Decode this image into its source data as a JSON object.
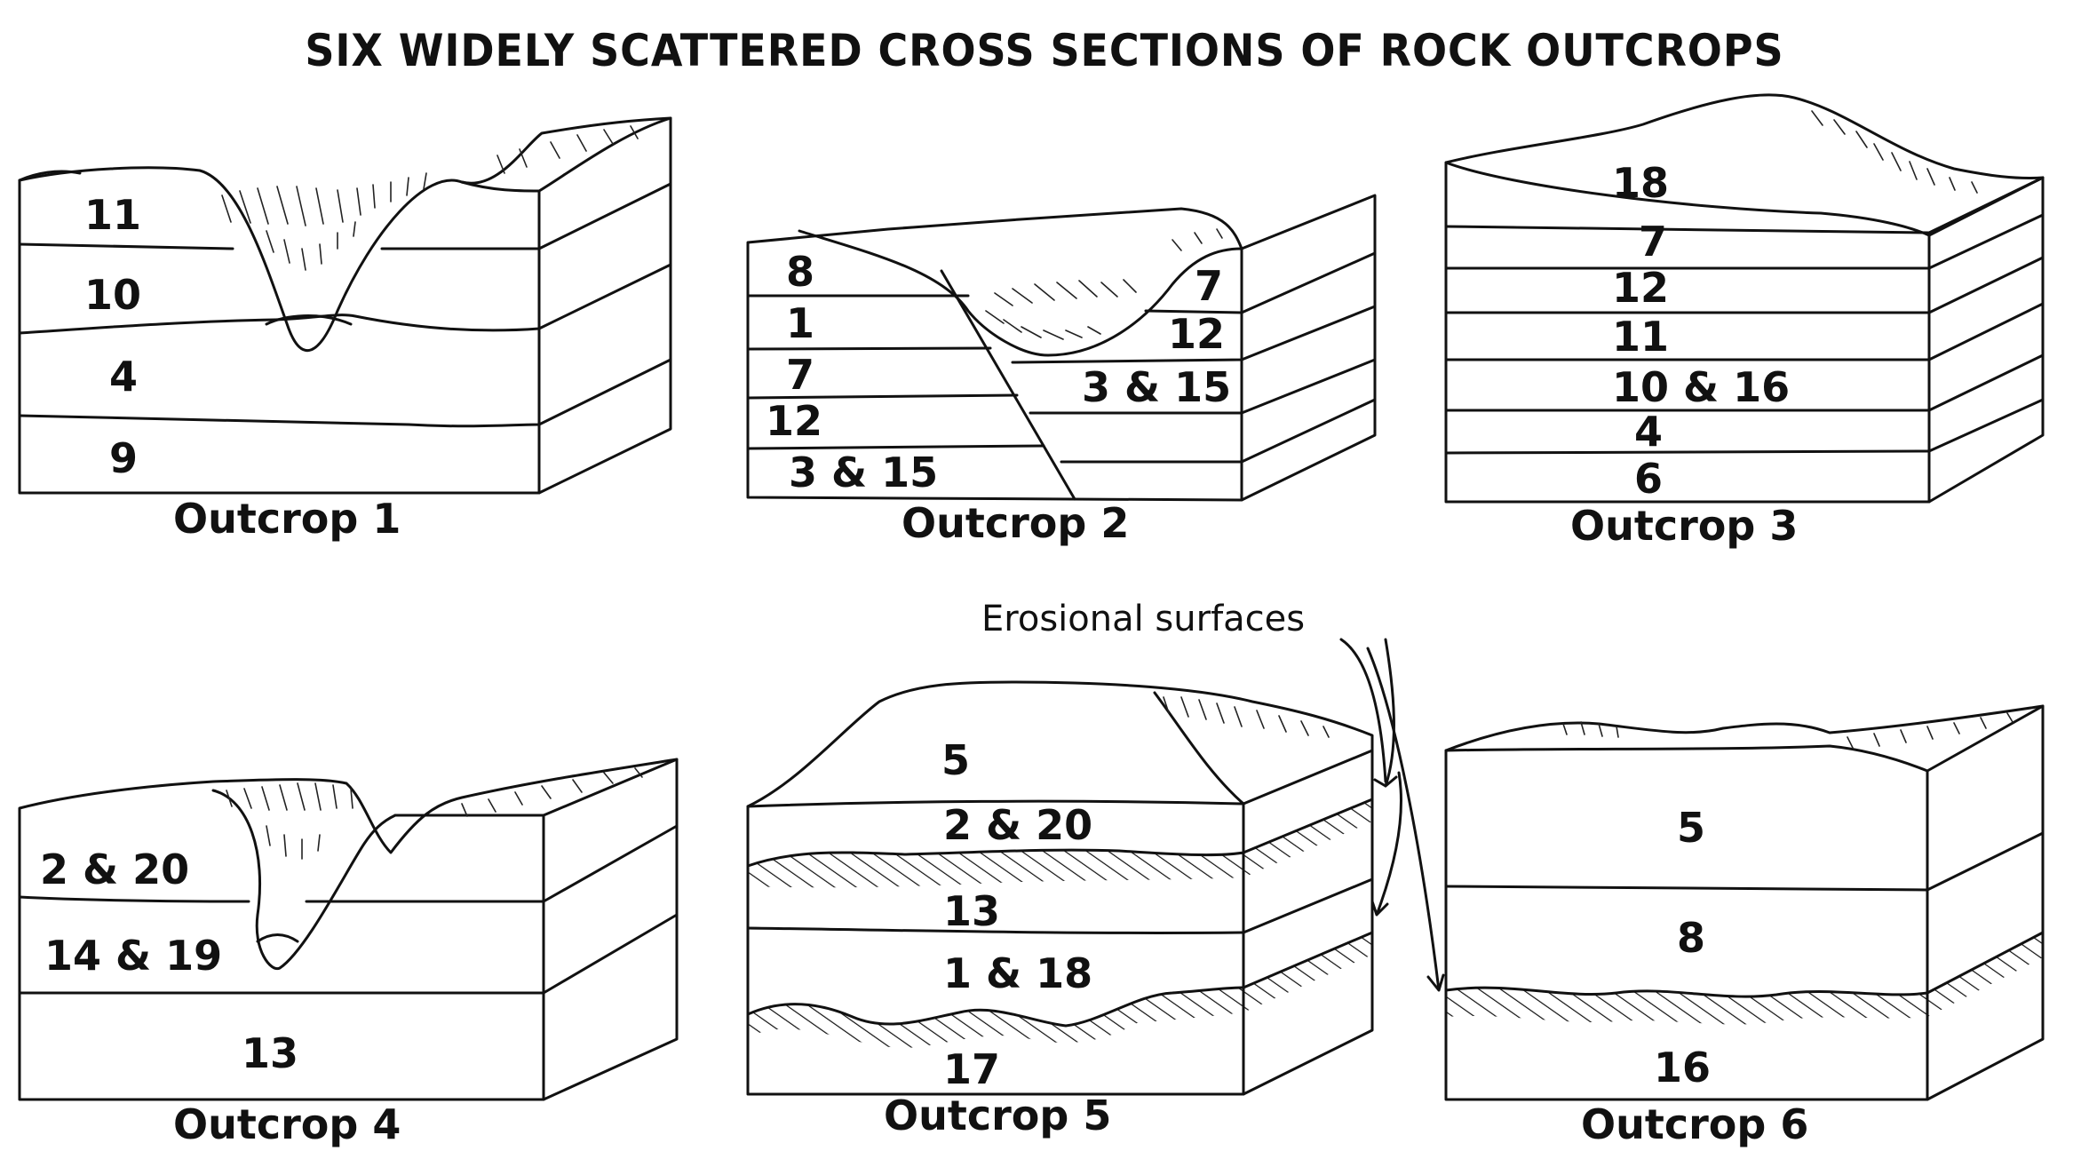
{
  "title": "SIX WIDELY SCATTERED CROSS SECTIONS OF ROCK OUTCROPS",
  "annotation": "Erosional surfaces",
  "outcrops": [
    {
      "caption": "Outcrop 1",
      "layers": [
        "11",
        "10",
        "4",
        "9"
      ]
    },
    {
      "caption": "Outcrop 2",
      "layers": [
        "8",
        "1",
        "7",
        "12",
        "3 & 15"
      ],
      "fault_side_layers": [
        "7",
        "12",
        "3 & 15"
      ]
    },
    {
      "caption": "Outcrop 3",
      "layers": [
        "18",
        "7",
        "12",
        "11",
        "10 & 16",
        "4",
        "6"
      ]
    },
    {
      "caption": "Outcrop 4",
      "layers": [
        "2 & 20",
        "14 & 19",
        "13"
      ]
    },
    {
      "caption": "Outcrop 5",
      "layers": [
        "5",
        "2 & 20",
        "13",
        "1 & 18",
        "17"
      ]
    },
    {
      "caption": "Outcrop 6",
      "layers": [
        "5",
        "8",
        "16"
      ]
    }
  ]
}
